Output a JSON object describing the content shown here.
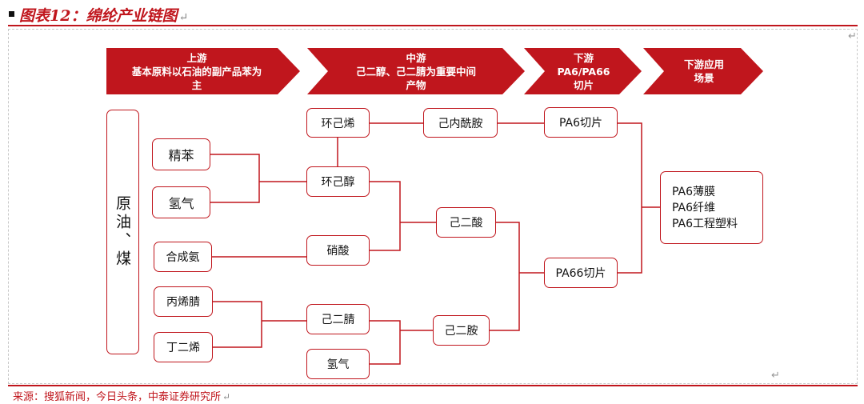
{
  "figure": {
    "title": "图表12：绵纶产业链图",
    "source": "来源：搜狐新闻，今日头条，中泰证券研究所"
  },
  "stages": {
    "upstream": [
      "上游",
      "基本原料以石油的副产品苯为",
      "主"
    ],
    "midstream": [
      "中游",
      "己二醇、己二腈为重要中间",
      "产物"
    ],
    "downstream": [
      "下游",
      "PA6/PA66",
      "切片"
    ],
    "application": [
      "下游应用",
      "场景"
    ]
  },
  "nodes": {
    "raw_material": "原油、煤",
    "benzene": "精苯",
    "hydrogen_1": "氢气",
    "synthetic_ammonia": "合成氨",
    "acrylonitrile": "丙烯腈",
    "butadiene": "丁二烯",
    "cyclohexene": "环己烯",
    "cyclohexanol": "环己醇",
    "nitric_acid": "硝酸",
    "adiponitrile": "己二腈",
    "hydrogen_2": "氢气",
    "caprolactam": "己内酰胺",
    "adipic_acid": "己二酸",
    "hexanediamine": "己二胺",
    "pa6_chip": "PA6切片",
    "pa66_chip": "PA66切片",
    "applications": [
      "PA6薄膜",
      "PA6纤维",
      "PA6工程塑料"
    ]
  },
  "colors": {
    "accent": "#c0161d",
    "text": "#111111"
  }
}
